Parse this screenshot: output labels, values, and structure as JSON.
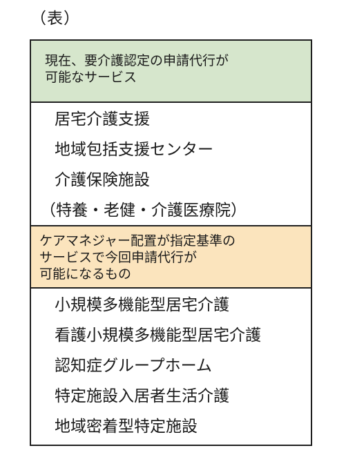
{
  "caption": "（表）",
  "section1": {
    "header_line1": "現在、要介護認定の申請代行が",
    "header_line2": "可能なサービス",
    "items": [
      "居宅介護支援",
      "地域包括支援センター",
      "介護保険施設",
      "（特養・老健・介護医療院）"
    ],
    "header_color": "#d6e6cc"
  },
  "section2": {
    "header_line1": "ケアマネジャー配置が指定基準の",
    "header_line2": "サービスで今回申請代行が",
    "header_line3": "可能になるもの",
    "items": [
      "小規模多機能型居宅介護",
      "看護小規模多機能型居宅介護",
      "認知症グループホーム",
      "特定施設入居者生活介護",
      "地域密着型特定施設"
    ],
    "header_color": "#fbe4bd"
  }
}
